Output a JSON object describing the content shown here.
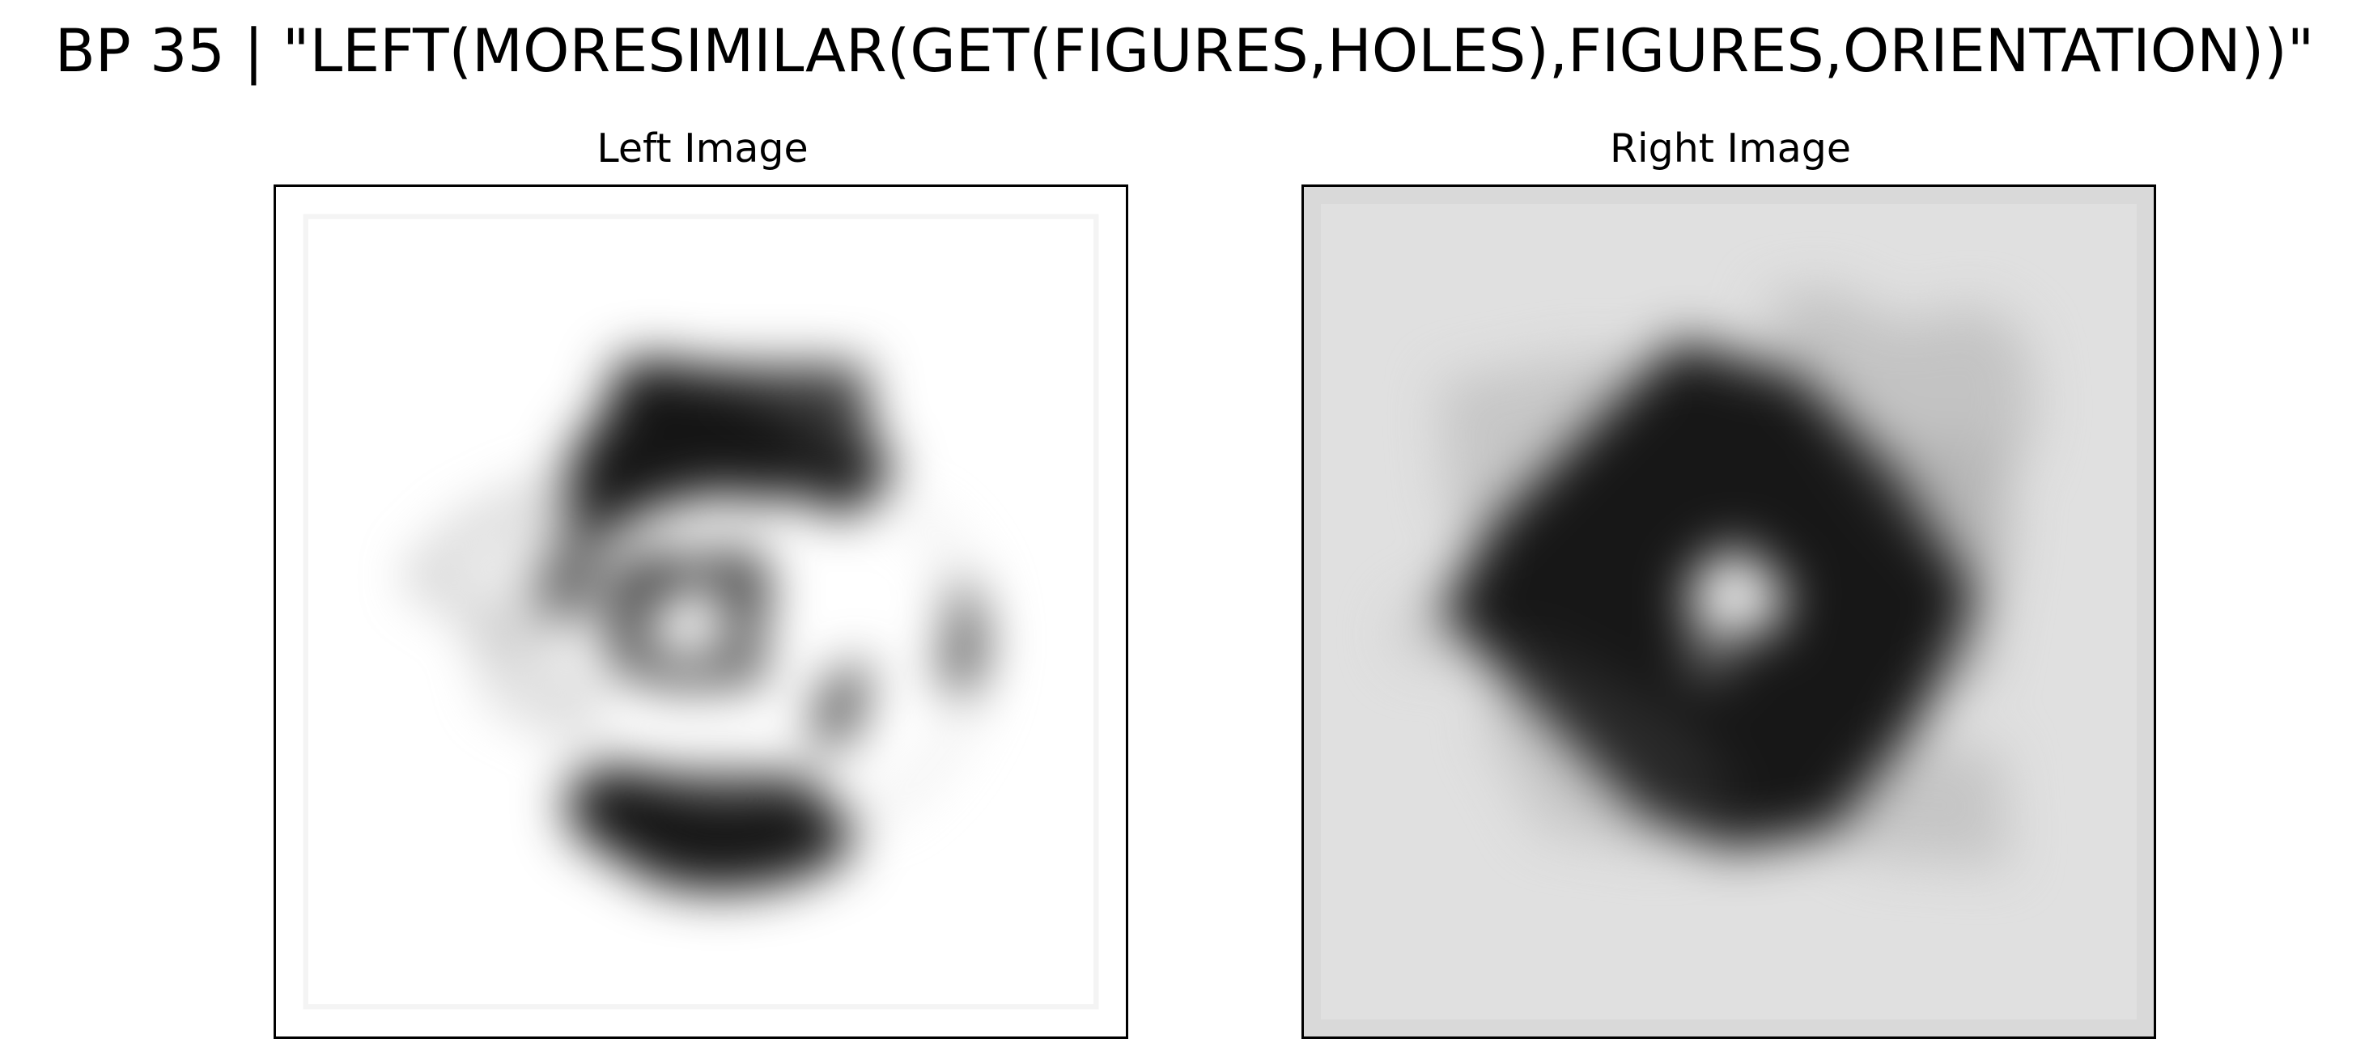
{
  "figure": {
    "title": "BP 35 | \"LEFT(MORESIMILAR(GET(FIGURES,HOLES),FIGURES,ORIENTATION))\""
  },
  "panels": {
    "left": {
      "title": "Left Image",
      "content": "grayscale-figure-with-hole"
    },
    "right": {
      "title": "Right Image",
      "content": "grayscale-figure-with-hole"
    }
  },
  "colors": {
    "background": "#ffffff",
    "frame": "#000000",
    "right_panel_background": "#dcdcdc",
    "dark_fill": "#141414"
  }
}
